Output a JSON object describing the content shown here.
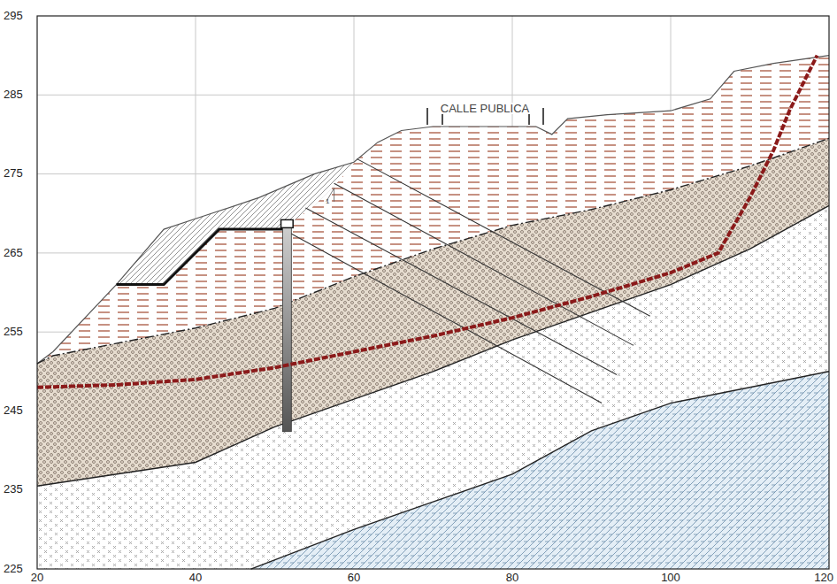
{
  "diagram": {
    "labels": [
      "295",
      "285",
      "275",
      "265",
      "255",
      "245",
      "235",
      "225",
      "20",
      "40",
      "60",
      "80",
      "100",
      "120",
      "CALLE PUBLICA",
      "1"
    ]
  }
}
